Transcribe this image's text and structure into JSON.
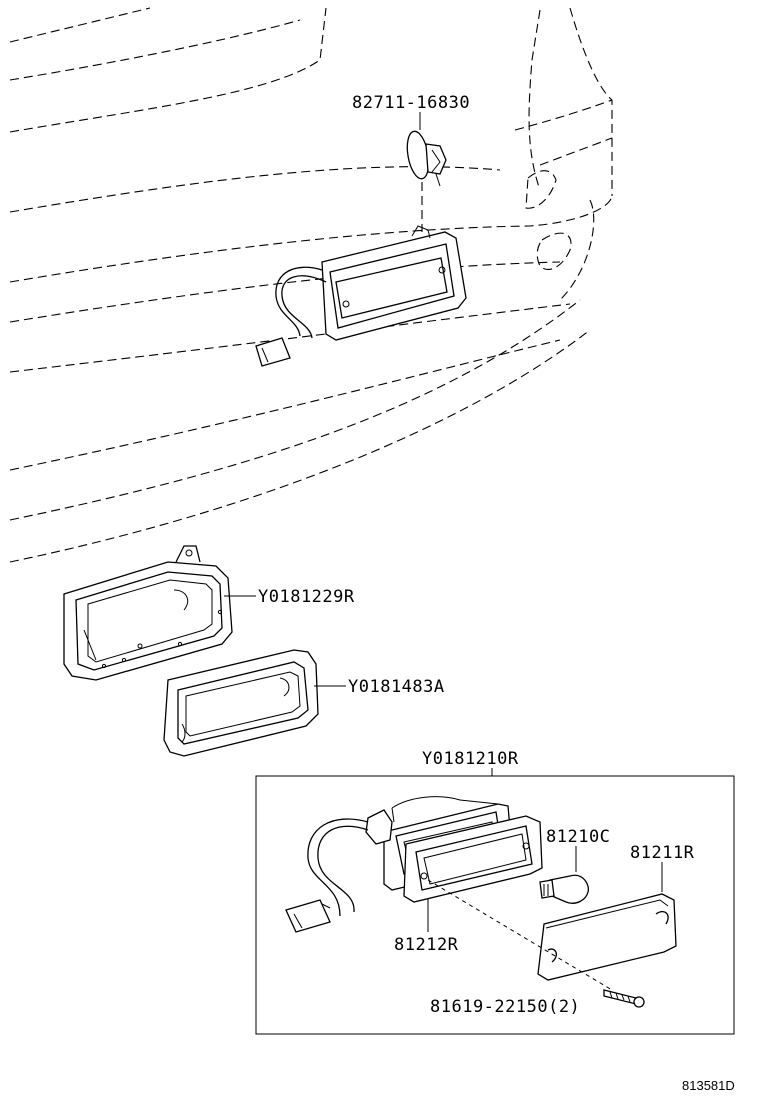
{
  "labels": {
    "holder_clip": "82711-16830",
    "lamp_gasket": "Y0181229R",
    "lamp_bezel": "Y0181483A",
    "lamp_assembly": "Y0181210R",
    "bulb": "81210C",
    "lens": "81211R",
    "lens_gasket": "81212R",
    "screw": "81619-22150(2)"
  },
  "reference_code": "813581D"
}
